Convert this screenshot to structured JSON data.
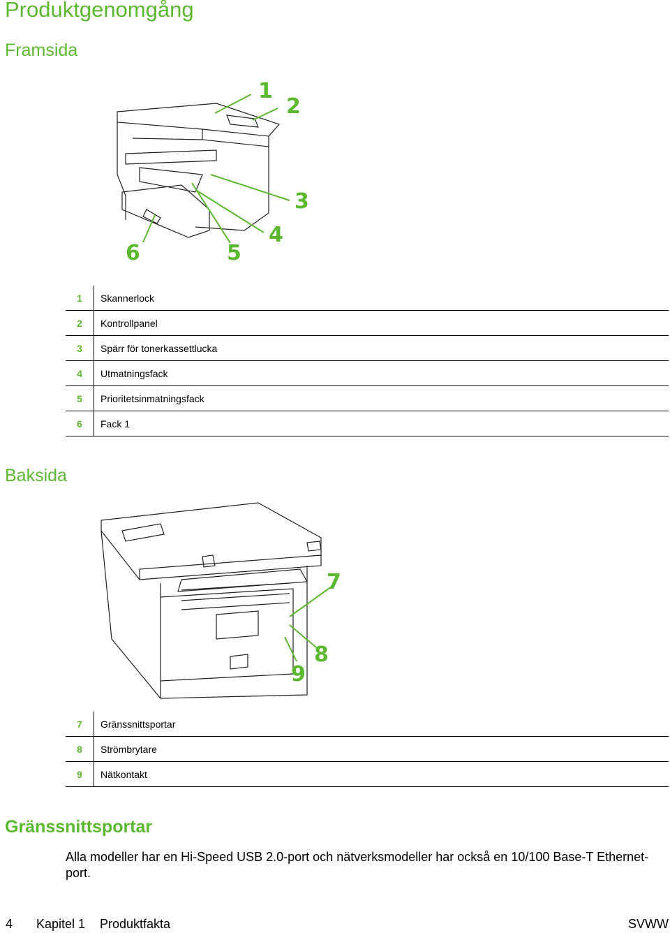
{
  "title": "Produktgenomgång",
  "front": {
    "heading": "Framsida",
    "callouts": [
      "1",
      "2",
      "3",
      "4",
      "5",
      "6"
    ],
    "items": [
      {
        "num": "1",
        "label": "Skannerlock"
      },
      {
        "num": "2",
        "label": "Kontrollpanel"
      },
      {
        "num": "3",
        "label": "Spärr för tonerkassettlucka"
      },
      {
        "num": "4",
        "label": "Utmatningsfack"
      },
      {
        "num": "5",
        "label": "Prioritetsinmatningsfack"
      },
      {
        "num": "6",
        "label": "Fack 1"
      }
    ]
  },
  "back": {
    "heading": "Baksida",
    "callouts": [
      "7",
      "8",
      "9"
    ],
    "items": [
      {
        "num": "7",
        "label": "Gränssnittsportar"
      },
      {
        "num": "8",
        "label": "Strömbrytare"
      },
      {
        "num": "9",
        "label": "Nätkontakt"
      }
    ]
  },
  "interface": {
    "heading": "Gränssnittsportar",
    "text": "Alla modeller har en Hi-Speed USB 2.0-port och nätverksmodeller har också en 10/100 Base-T Ethernet-port."
  },
  "footer": {
    "page": "4",
    "chapter": "Kapitel 1",
    "section": "Produktfakta",
    "doc_id": "SVWW"
  },
  "colors": {
    "accent": "#5cb82f"
  }
}
